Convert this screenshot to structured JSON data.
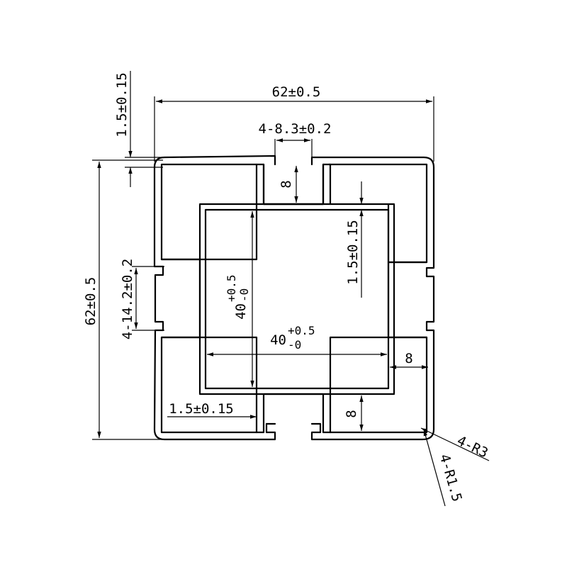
{
  "dimensions": {
    "width_overall": "62±0.5",
    "height_overall": "62±0.5",
    "wall_top": "1.5±0.15",
    "slot_width": "4-8.3±0.2",
    "slot_side": "4-14.2±0.2",
    "slot_depth_top": "8",
    "slot_depth_bottom": "8",
    "slot_depth_right": "8",
    "inner_wall": "1.5±0.15",
    "bottom_wall": "1.5±0.15",
    "inner_h_base": "40",
    "inner_h_tol_plus": "+0.5",
    "inner_h_tol_minus": "-0",
    "inner_w_base": "40",
    "inner_w_tol_plus": "+0.5",
    "inner_w_tol_minus": "-0",
    "radius_outer": "4-R3",
    "radius_inner": "4-R1.5"
  },
  "colors": {
    "line": "#000000",
    "background": "#ffffff"
  }
}
